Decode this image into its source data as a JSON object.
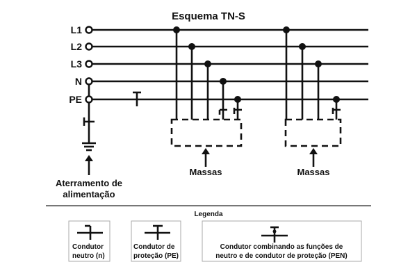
{
  "title": "Esquema TN-S",
  "conductors": [
    "L1",
    "L2",
    "L3",
    "N",
    "PE"
  ],
  "groups": [
    {
      "label": "Massas"
    },
    {
      "label": "Massas"
    }
  ],
  "grounding_label": [
    "Aterramento de",
    "alimentação"
  ],
  "legend": {
    "title": "Legenda",
    "items": [
      {
        "lines": [
          "Condutor",
          "neutro (n)"
        ]
      },
      {
        "lines": [
          "Condutor de",
          "proteção (PE)"
        ]
      },
      {
        "lines": [
          "Condutor combinando as funções de",
          "neutro e de condutor de proteção (PEN)"
        ]
      }
    ]
  }
}
